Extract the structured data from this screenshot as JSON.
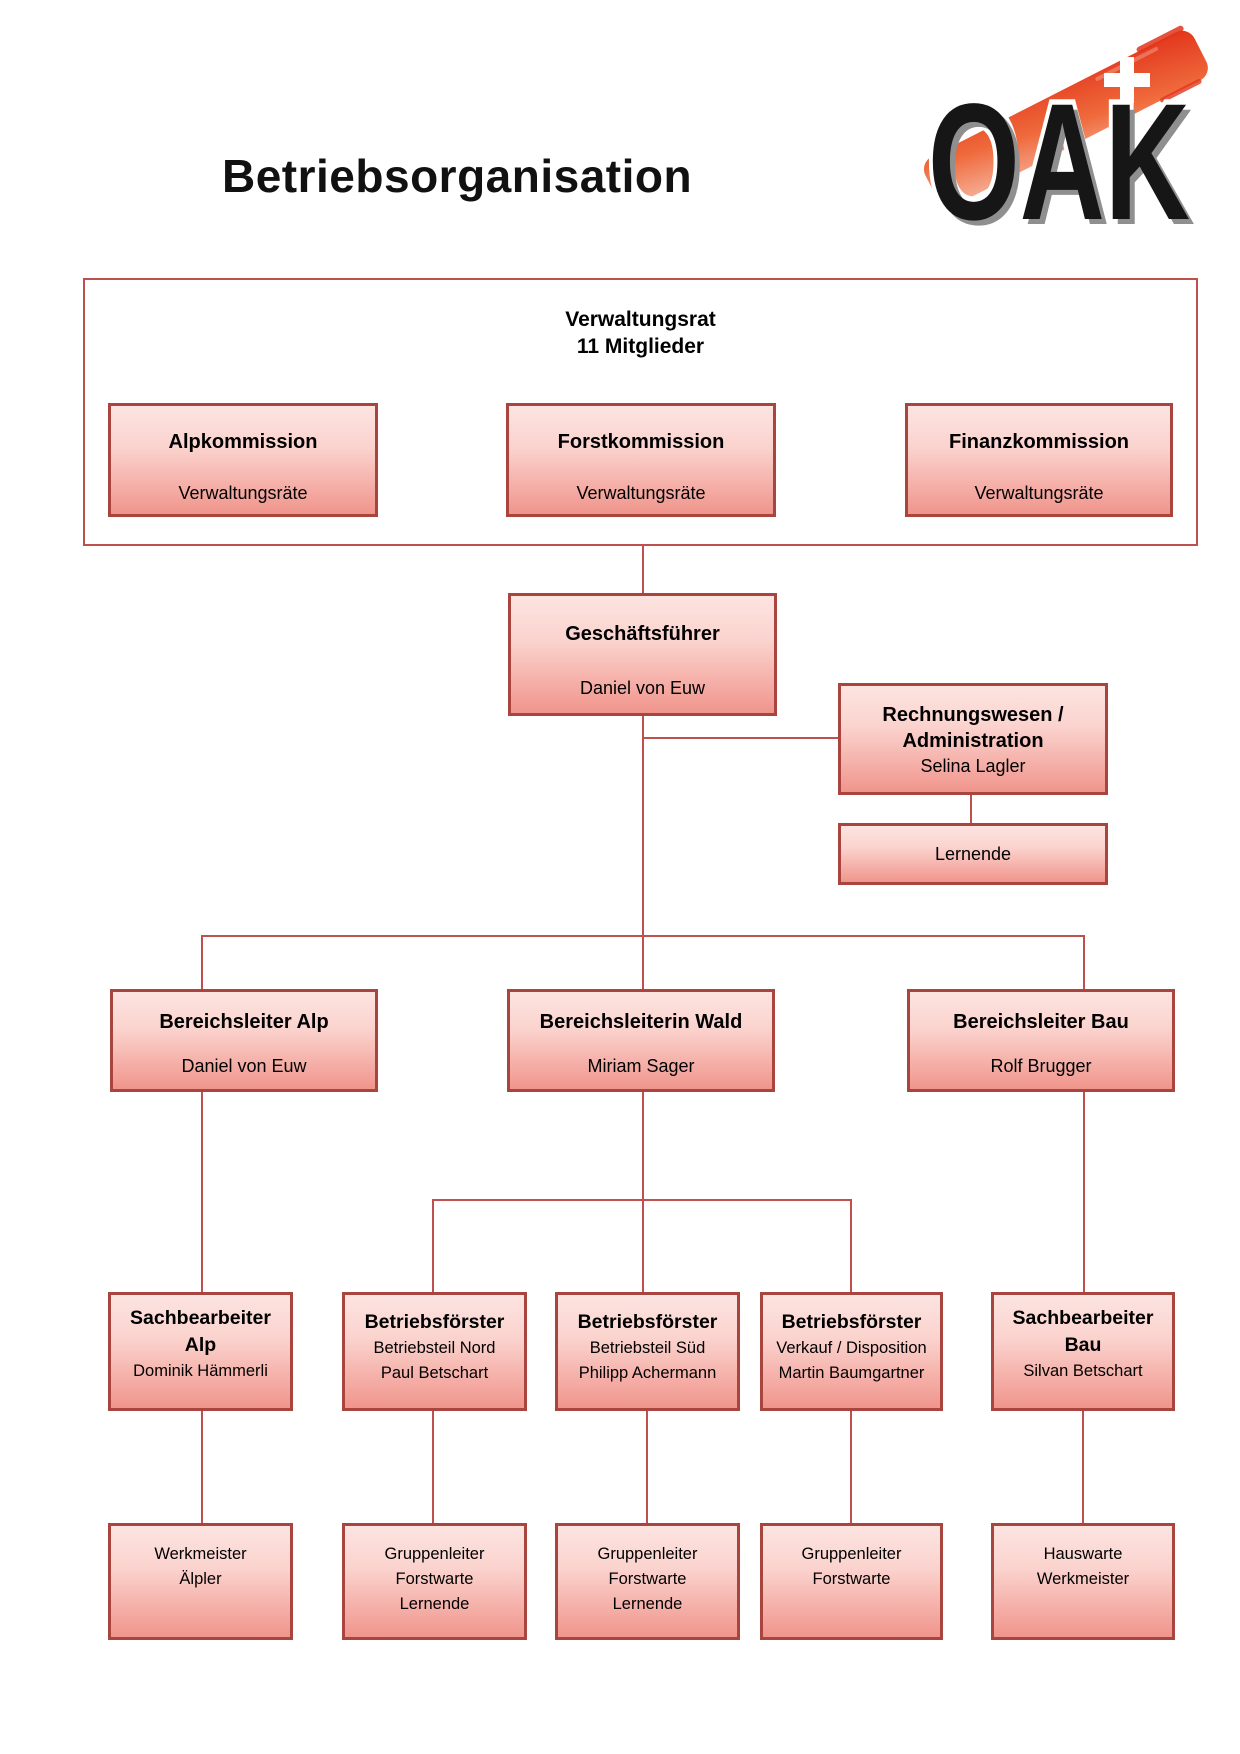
{
  "title": "Betriebsorganisation",
  "logo": {
    "text": "OAK",
    "cross_icon": "swiss-cross"
  },
  "colors": {
    "connector_line": "#c0504d",
    "box_border": "#a9453f",
    "box_gradient_top": "#fce4e1",
    "box_gradient_bottom": "#f0958c",
    "brush_stroke": "#e8441f",
    "logo_text": "#161616"
  },
  "board": {
    "title": "Verwaltungsrat",
    "subtitle": "11 Mitglieder",
    "committees": [
      {
        "title": "Alpkommission",
        "members": "Verwaltungsräte"
      },
      {
        "title": "Forstkommission",
        "members": "Verwaltungsräte"
      },
      {
        "title": "Finanzkommission",
        "members": "Verwaltungsräte"
      }
    ]
  },
  "ceo": {
    "title": "Geschäftsführer",
    "name": "Daniel von Euw"
  },
  "admin": {
    "title_lines": [
      "Rechnungswesen /",
      "Administration"
    ],
    "name": "Selina Lagler"
  },
  "apprentices": {
    "label": "Lernende"
  },
  "division_heads": [
    {
      "title": "Bereichsleiter Alp",
      "name": "Daniel von Euw"
    },
    {
      "title": "Bereichsleiterin Wald",
      "name": "Miriam Sager"
    },
    {
      "title": "Bereichsleiter Bau",
      "name": "Rolf Brugger"
    }
  ],
  "staff_row": [
    {
      "title": [
        "Sachbearbeiter",
        "Alp"
      ],
      "details": [
        "Dominik Hämmerli"
      ]
    },
    {
      "title": [
        "Betriebsförster"
      ],
      "details": [
        "Betriebsteil Nord",
        "Paul Betschart"
      ]
    },
    {
      "title": [
        "Betriebsförster"
      ],
      "details": [
        "Betriebsteil Süd",
        "Philipp Achermann"
      ]
    },
    {
      "title": [
        "Betriebsförster"
      ],
      "details": [
        "Verkauf / Disposition",
        "Martin Baumgartner"
      ]
    },
    {
      "title": [
        "Sachbearbeiter",
        "Bau"
      ],
      "details": [
        "Silvan Betschart"
      ]
    }
  ],
  "team_row": [
    {
      "lines": [
        "Werkmeister",
        "Älpler"
      ]
    },
    {
      "lines": [
        "Gruppenleiter",
        "Forstwarte",
        "Lernende"
      ]
    },
    {
      "lines": [
        "Gruppenleiter",
        "Forstwarte",
        "Lernende"
      ]
    },
    {
      "lines": [
        "Gruppenleiter",
        "Forstwarte"
      ]
    },
    {
      "lines": [
        "Hauswarte",
        "Werkmeister"
      ]
    }
  ]
}
